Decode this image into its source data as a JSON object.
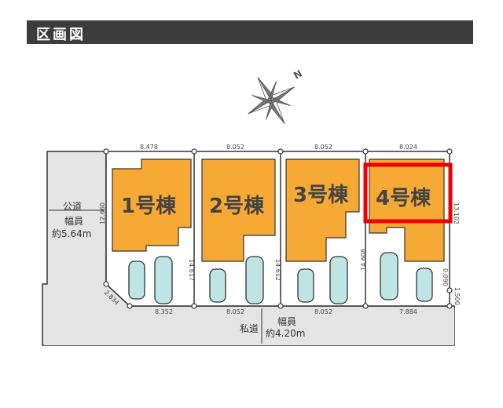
{
  "header": {
    "title": "区画図"
  },
  "compass": {
    "label": "N"
  },
  "buildings": [
    {
      "label": "1号棟"
    },
    {
      "label": "2号棟"
    },
    {
      "label": "3号棟"
    },
    {
      "label": "4号棟",
      "highlighted": true
    }
  ],
  "highlight_color": "#ee0000",
  "building_color": "#f7a935",
  "dimensions": {
    "top": [
      "8.478",
      "8.052",
      "8.052",
      "8.024"
    ],
    "bottom": [
      "8.352",
      "8.052",
      "8.052",
      "7.884"
    ],
    "side": [
      "12.660",
      "14.617",
      "14.612",
      "14.608",
      "13.102"
    ],
    "corner": "2.834",
    "right_small": [
      "0.090",
      "1.500"
    ]
  },
  "public_road": {
    "label": "公道",
    "width_label": "幅員",
    "width": "約5.64m"
  },
  "private_road": {
    "label": "私道",
    "width_label": "幅員",
    "width": "約4.20m"
  }
}
